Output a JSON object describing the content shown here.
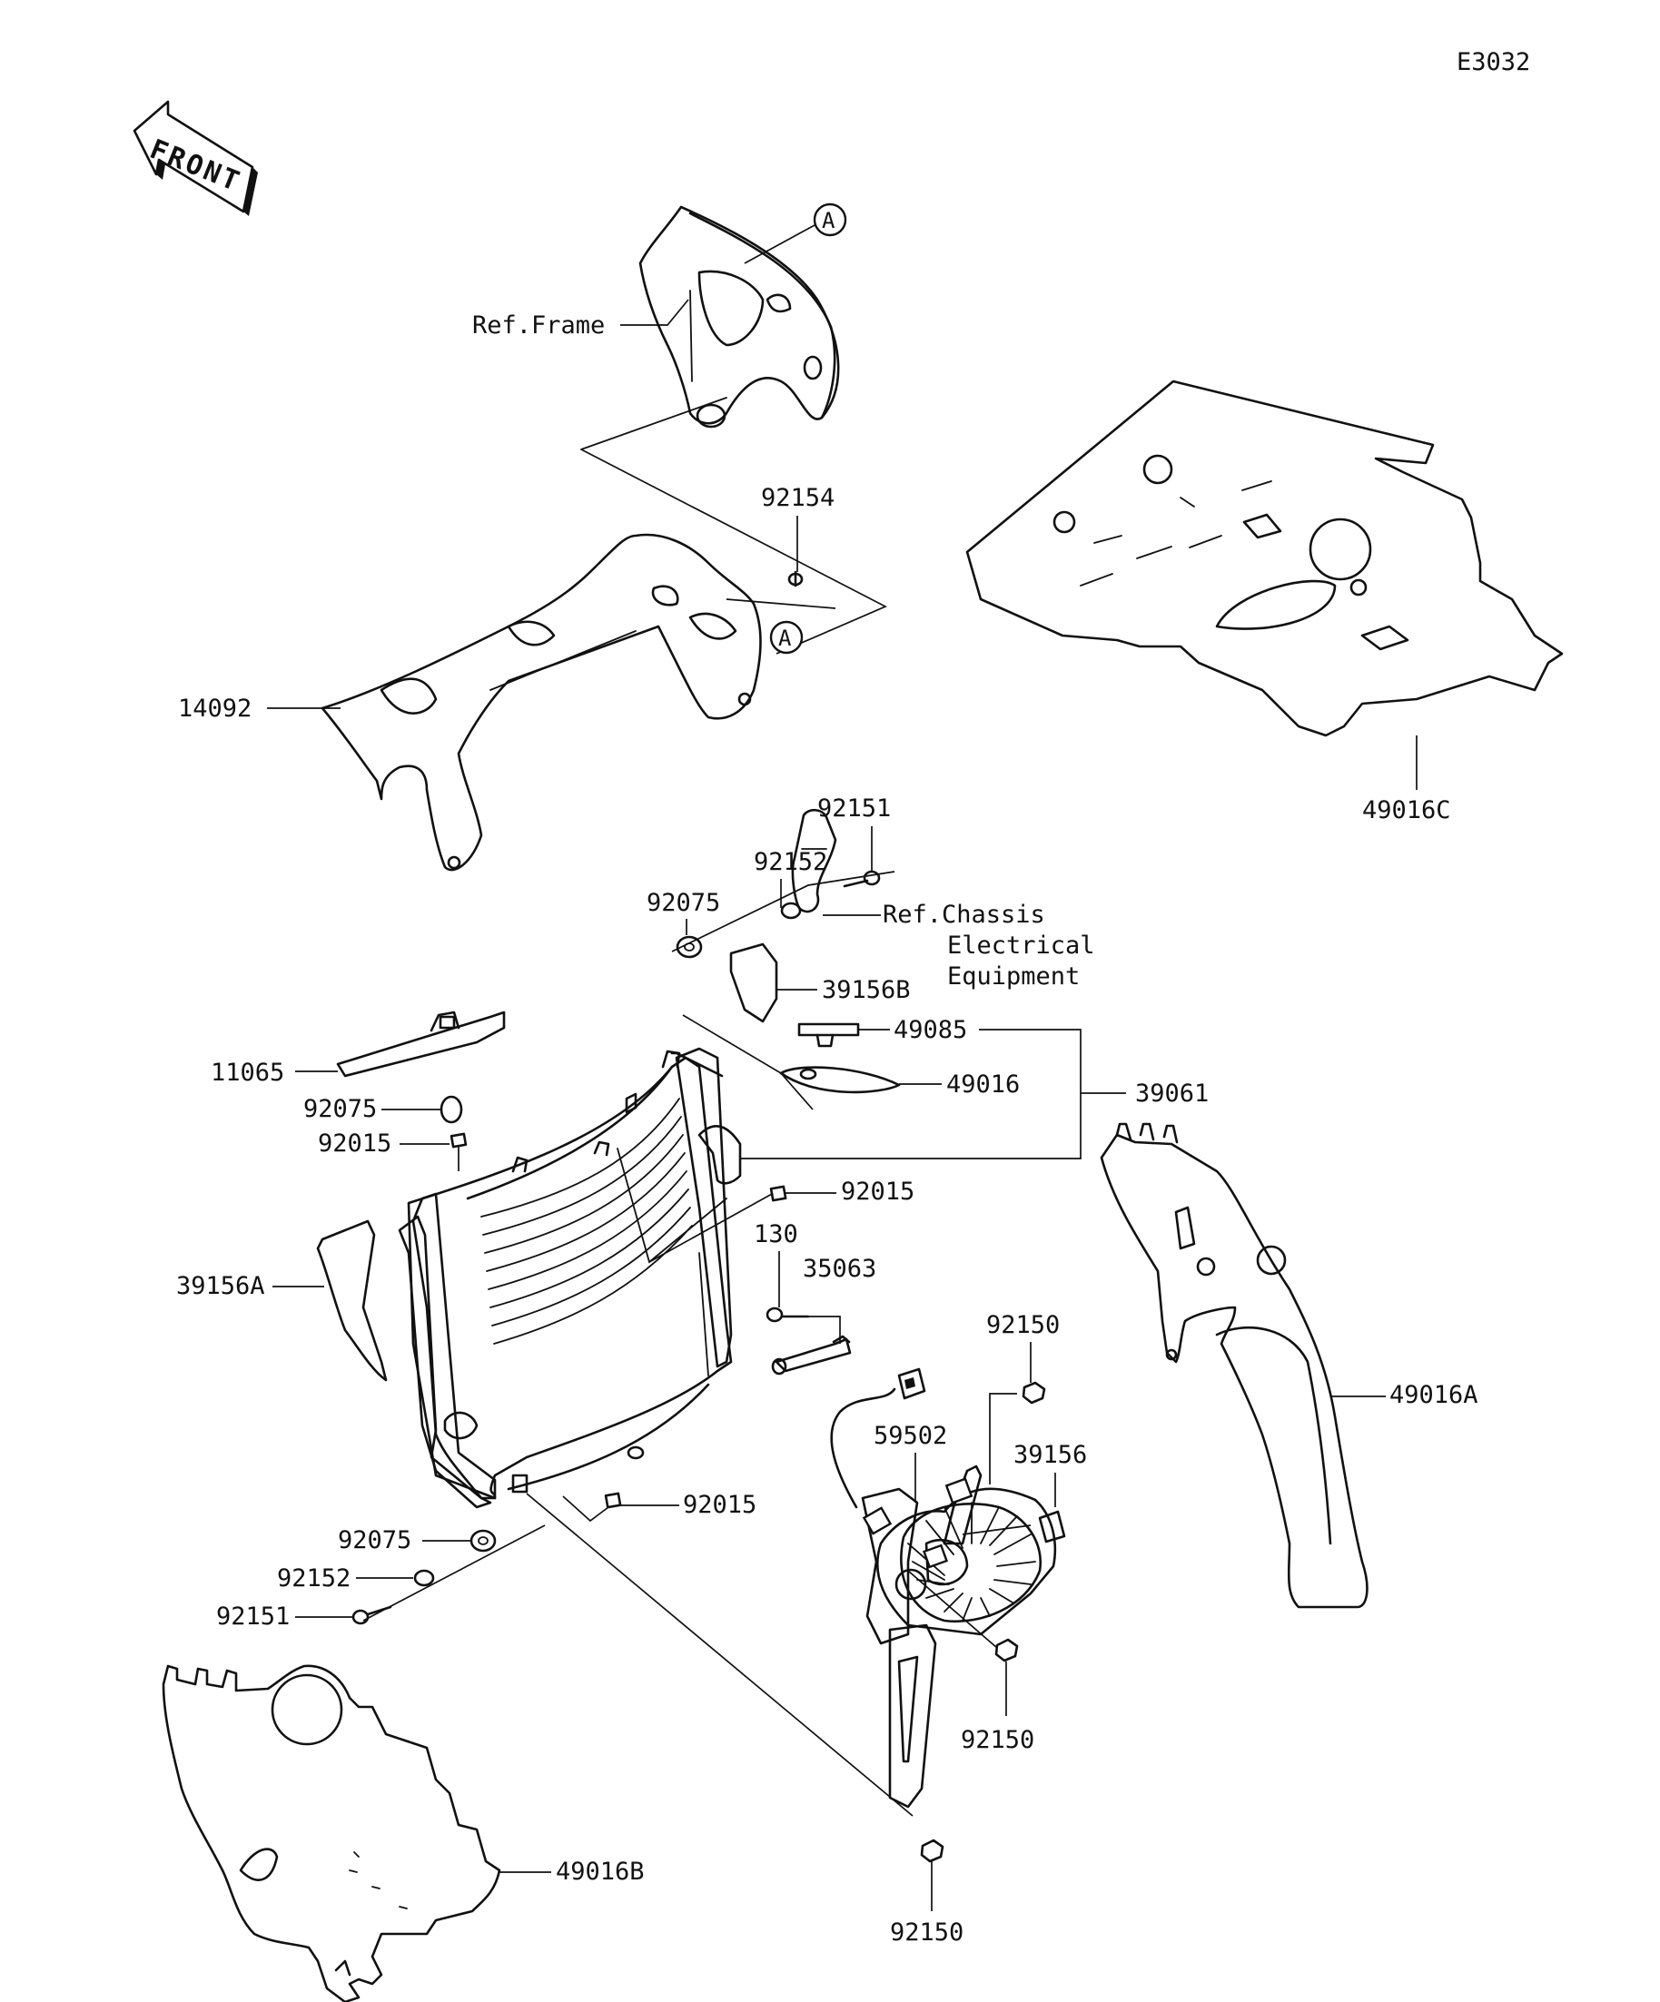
{
  "diagram_code": "E3032",
  "front_arrow": {
    "text": "FRONT",
    "icon": "front-direction-arrow-icon"
  },
  "ref_circle": "A",
  "labels": {
    "ref_frame": "Ref.Frame",
    "p92154": "92154",
    "p14092": "14092",
    "p49016C": "49016C",
    "p92151_top": "92151",
    "p92152_top": "92152",
    "p92075_top": "92075",
    "ref_chassis_1": "Ref.Chassis",
    "ref_chassis_2": "Electrical",
    "ref_chassis_3": "Equipment",
    "p39156B": "39156B",
    "p49085": "49085",
    "p11065": "11065",
    "p49016": "49016",
    "p39061": "39061",
    "p92075_mid": "92075",
    "p92015_left": "92015",
    "p92015_right": "92015",
    "p130": "130",
    "p35063": "35063",
    "p39156A": "39156A",
    "p92150_upper": "92150",
    "p49016A": "49016A",
    "p59502": "59502",
    "p39156": "39156",
    "p92015_bottom": "92015",
    "p92075_bottom": "92075",
    "p92152_bottom": "92152",
    "p92151_bottom": "92151",
    "p92150_center": "92150",
    "p49016B": "49016B",
    "p92150_bottom": "92150"
  }
}
